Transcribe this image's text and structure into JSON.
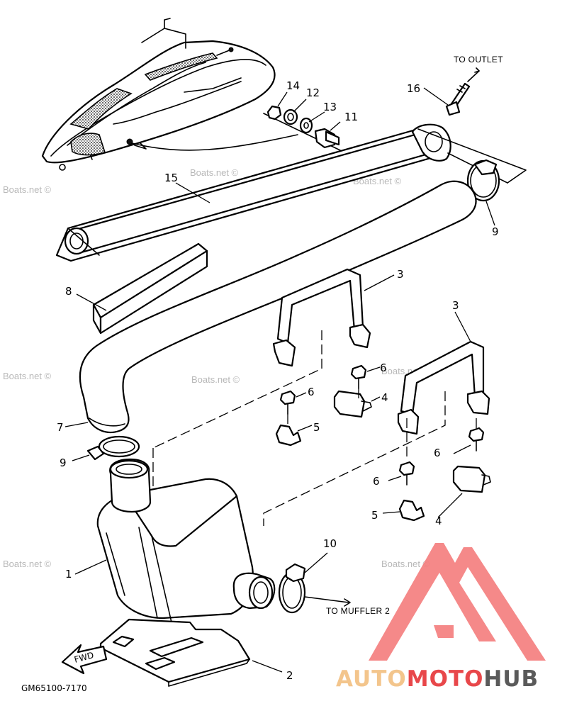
{
  "callouts": [
    {
      "id": "c1",
      "label": "1"
    },
    {
      "id": "c2",
      "label": "2"
    },
    {
      "id": "c3a",
      "label": "3"
    },
    {
      "id": "c3b",
      "label": "3"
    },
    {
      "id": "c4a",
      "label": "4"
    },
    {
      "id": "c4b",
      "label": "4"
    },
    {
      "id": "c5a",
      "label": "5"
    },
    {
      "id": "c5b",
      "label": "5"
    },
    {
      "id": "c6a",
      "label": "6"
    },
    {
      "id": "c6b",
      "label": "6"
    },
    {
      "id": "c6c",
      "label": "6"
    },
    {
      "id": "c6d",
      "label": "6"
    },
    {
      "id": "c7",
      "label": "7"
    },
    {
      "id": "c8",
      "label": "8"
    },
    {
      "id": "c9a",
      "label": "9"
    },
    {
      "id": "c9b",
      "label": "9"
    },
    {
      "id": "c10",
      "label": "10"
    },
    {
      "id": "c11",
      "label": "11"
    },
    {
      "id": "c12",
      "label": "12"
    },
    {
      "id": "c13",
      "label": "13"
    },
    {
      "id": "c14",
      "label": "14"
    },
    {
      "id": "c15",
      "label": "15"
    },
    {
      "id": "c16",
      "label": "16"
    }
  ],
  "annotations": {
    "to_outlet": "TO OUTLET",
    "to_muffler": "TO MUFFLER 2",
    "fwd": "FWD",
    "diagram_code": "GM65100-7170"
  },
  "watermark": "Boats.net ©",
  "brand": {
    "part1": "AUTO",
    "part2": "MOTO",
    "part3": "HUB",
    "color_light": "#f3c58c",
    "color_red": "#e8474a",
    "color_gray": "#5a5a5a"
  }
}
